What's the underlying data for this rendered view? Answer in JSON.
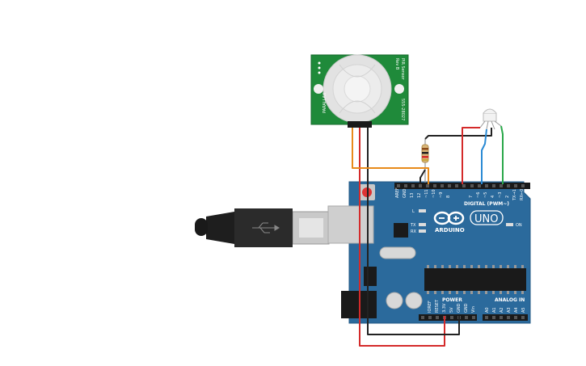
{
  "diagram": {
    "board": {
      "brand": "ARDUINO",
      "model": "UNO",
      "digital_header": "DIGITAL (PWM~)",
      "power_header": "POWER",
      "analog_header": "ANALOG IN",
      "led_on": "ON",
      "led_l": "L",
      "led_tx": "TX",
      "led_rx": "RX",
      "aref": "AREF",
      "gnd": "GND",
      "digital_pins": [
        "13",
        "12",
        "~11",
        "~10",
        "~9",
        "8",
        "7",
        "~6",
        "~5",
        "4",
        "~3",
        "2",
        "TX→1",
        "RX←0"
      ],
      "power_pins": [
        "IOREF",
        "RESET",
        "3.3V",
        "5V",
        "GND",
        "GND",
        "Vin"
      ],
      "analog_pins": [
        "A0",
        "A1",
        "A2",
        "A3",
        "A4",
        "A5"
      ]
    },
    "pir_sensor": {
      "vendor": "PARALLAX",
      "part_number": "555-28027",
      "label": "PIR Sensor",
      "rev": "Rev B"
    },
    "colors": {
      "board": "#2b6a9c",
      "pir_pcb": "#1f8a3a",
      "wire_red": "#d42a2a",
      "wire_black": "#222222",
      "wire_orange": "#e88a1a",
      "wire_blue": "#2a8ad4",
      "wire_green": "#2aa84a"
    }
  }
}
